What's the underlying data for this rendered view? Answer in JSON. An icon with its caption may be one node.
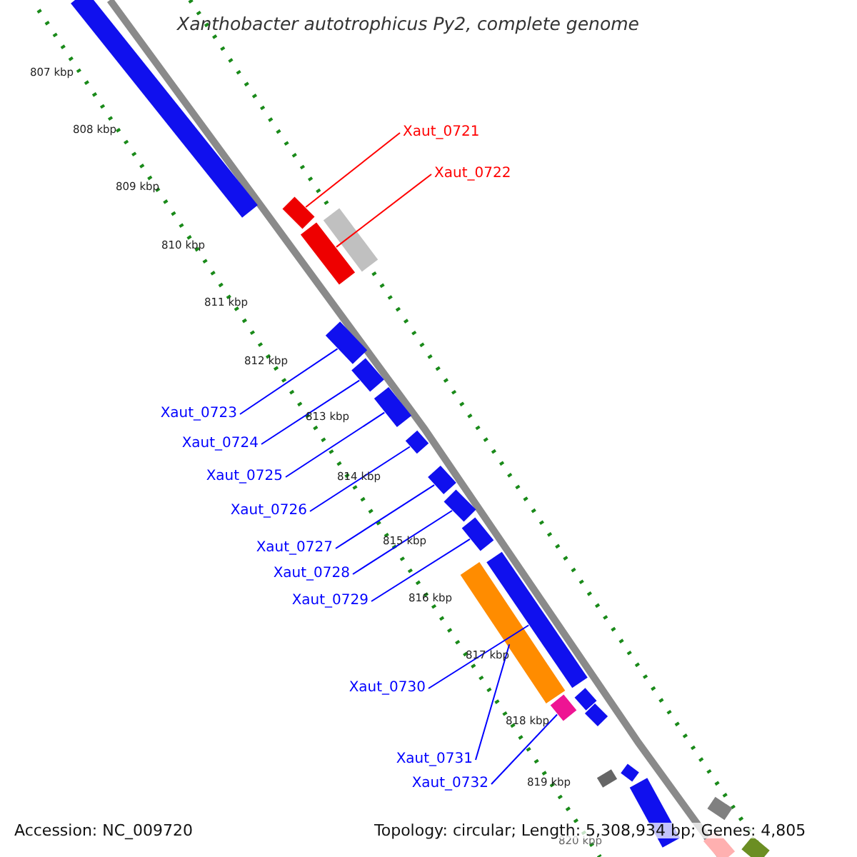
{
  "diagram": {
    "title": "Xanthobacter autotrophicus Py2, complete genome",
    "nodes": [
      {
        "text": [
          "Xaut_0721"
        ]
      },
      {
        "text": [
          "Xaut_0722"
        ]
      },
      {
        "text": [
          "Xaut_0723"
        ]
      },
      {
        "text": [
          "Xaut_0724"
        ]
      },
      {
        "text": [
          "Xaut_0725"
        ]
      },
      {
        "text": [
          "Xaut_0726"
        ]
      },
      {
        "text": [
          "Xaut_0727"
        ]
      },
      {
        "text": [
          "Xaut_0728"
        ]
      },
      {
        "text": [
          "Xaut_0729"
        ]
      },
      {
        "text": [
          "Xaut_0730"
        ]
      },
      {
        "text": [
          "Xaut_0731"
        ]
      },
      {
        "text": [
          "Xaut_0732"
        ]
      },
      {
        "text": [],
        "shape": "bar"
      },
      {
        "text": [],
        "shape": "bar"
      },
      {
        "text": [],
        "shape": "bar"
      },
      {
        "text": [],
        "shape": "bar"
      },
      {
        "text": [],
        "shape": "bar"
      },
      {
        "text": [],
        "shape": "bar"
      },
      {
        "text": [],
        "shape": "bar"
      },
      {
        "text": [],
        "shape": "bar"
      },
      {
        "text": [],
        "shape": "bar"
      },
      {
        "text": [],
        "shape": "bar"
      },
      {
        "text": [],
        "shape": "bar"
      },
      {
        "text": [],
        "shape": "bar"
      },
      {
        "text": [],
        "shape": "bar"
      },
      {
        "text": [],
        "shape": "bar"
      },
      {
        "text": [],
        "shape": "bar"
      },
      {
        "text": [],
        "shape": "bar"
      },
      {
        "text": [],
        "shape": "bar"
      },
      {
        "text": [],
        "shape": "bar"
      },
      {
        "text": [],
        "shape": "bar"
      },
      {
        "text": [],
        "shape": "bar"
      },
      {
        "text": [],
        "shape": "bar"
      },
      {
        "text": [],
        "shape": "bar"
      }
    ],
    "edges": [
      {
        "from": 0,
        "to": 13,
        "arrow": "none",
        "color": "#ff0000"
      },
      {
        "from": 1,
        "to": 14,
        "arrow": "none",
        "color": "#ff0000"
      },
      {
        "from": 2,
        "to": 16,
        "arrow": "none"
      },
      {
        "from": 3,
        "to": 17,
        "arrow": "none"
      },
      {
        "from": 4,
        "to": 18,
        "arrow": "none"
      },
      {
        "from": 5,
        "to": 19,
        "arrow": "none"
      },
      {
        "from": 6,
        "to": 20,
        "arrow": "none"
      },
      {
        "from": 7,
        "to": 21,
        "arrow": "none"
      },
      {
        "from": 8,
        "to": 22,
        "arrow": "none"
      },
      {
        "from": 9,
        "to": 23,
        "arrow": "none"
      },
      {
        "from": 10,
        "to": 24,
        "arrow": "none"
      },
      {
        "from": 11,
        "to": 25,
        "arrow": "none"
      }
    ],
    "labels": [
      "807 kbp",
      "808 kbp",
      "809 kbp",
      "810 kbp",
      "811 kbp",
      "812 kbp",
      "813 kbp",
      "814 kbp",
      "815 kbp",
      "816 kbp",
      "817 kbp",
      "818 kbp",
      "819 kbp",
      "820 kbp",
      "Accession: NC_009720",
      "Topology: circular; Length: 5,308,934 bp; Genes: 4,805"
    ]
  }
}
